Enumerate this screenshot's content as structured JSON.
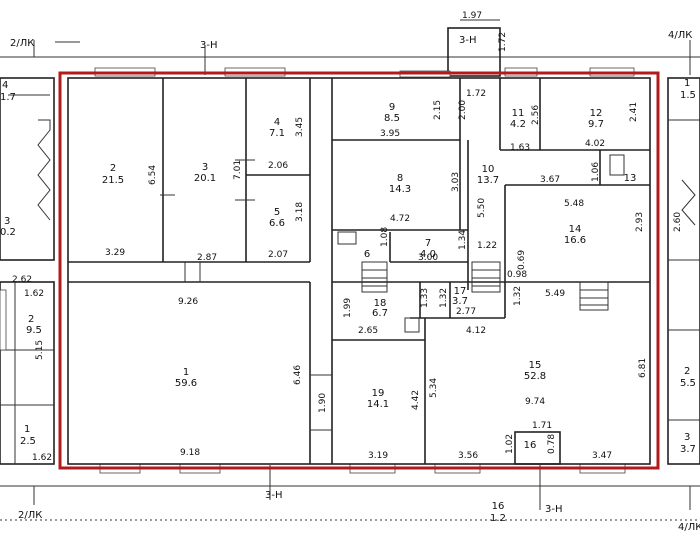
{
  "marks": {
    "top_left": "2/ЛК",
    "top_center_left": "3-Н",
    "top_center_right": "3-Н",
    "top_right": "4/ЛК",
    "bottom_left": "2/ЛК",
    "bottom_center": "3-Н",
    "bottom_right_center": "3-Н",
    "bottom_right": "4/ЛК"
  },
  "rooms": [
    {
      "id": "1",
      "area": "59.6"
    },
    {
      "id": "2",
      "area": "21.5"
    },
    {
      "id": "3",
      "area": "20.1"
    },
    {
      "id": "4",
      "area": "7.1"
    },
    {
      "id": "5",
      "area": "6.6"
    },
    {
      "id": "6",
      "area": ""
    },
    {
      "id": "7",
      "area": "4.0"
    },
    {
      "id": "8",
      "area": "14.3"
    },
    {
      "id": "9",
      "area": "8.5"
    },
    {
      "id": "10",
      "area": "13.7"
    },
    {
      "id": "11",
      "area": "4.2"
    },
    {
      "id": "12",
      "area": "9.7"
    },
    {
      "id": "13",
      "area": ""
    },
    {
      "id": "14",
      "area": "16.6"
    },
    {
      "id": "15",
      "area": "52.8"
    },
    {
      "id": "16",
      "area": ""
    },
    {
      "id": "17",
      "area": "3.7"
    },
    {
      "id": "18",
      "area": "6.7"
    },
    {
      "id": "19",
      "area": "14.1"
    },
    {
      "id": "16b",
      "label": "16",
      "area": "1.2"
    }
  ],
  "neighbors": [
    {
      "id": "4",
      "area": "1.7"
    },
    {
      "id": "3",
      "area": "0.2"
    },
    {
      "id": "2",
      "area": "9.5"
    },
    {
      "id": "1",
      "area": "2.5"
    },
    {
      "id": "1",
      "area": "1.5"
    },
    {
      "id": "2",
      "area": "5.5"
    },
    {
      "id": "3",
      "area": "3.7"
    }
  ],
  "dimensions": {
    "d197": "1.97",
    "d172a": "1.72",
    "d172b": "1.72",
    "d654": "6.54",
    "d701": "7.01",
    "d345": "3.45",
    "d206": "2.06",
    "d318": "3.18",
    "d207": "2.07",
    "d329": "3.29",
    "d287": "2.87",
    "d926": "9.26",
    "d646": "6.46",
    "d190": "1.90",
    "d918": "9.18",
    "d215": "2.15",
    "d200": "2.00",
    "d395": "3.95",
    "d256": "2.56",
    "d163": "1.63",
    "d241": "2.41",
    "d402": "4.02",
    "d367": "3.67",
    "d303": "3.03",
    "d472": "4.72",
    "d550": "5.50",
    "d108": "1.08",
    "d134": "1.34",
    "d300": "3.00",
    "d122": "1.22",
    "d548": "5.48",
    "d293": "2.93",
    "d098": "0.98",
    "d069": "0.69",
    "d549": "5.49",
    "d199": "1.99",
    "d133": "1.33",
    "d132a": "1.32",
    "d277": "2.77",
    "d132b": "1.32",
    "d265": "2.65",
    "d412": "4.12",
    "d534": "5.34",
    "d681": "6.81",
    "d442": "4.42",
    "d974": "9.74",
    "d171": "1.71",
    "d102": "1.02",
    "d078": "0.78",
    "d319": "3.19",
    "d356": "3.56",
    "d347": "3.47",
    "d106": "1.06",
    "l262": "2.62",
    "l162a": "1.62",
    "l515": "5.15",
    "l162b": "1.62",
    "r260": "2.60"
  }
}
